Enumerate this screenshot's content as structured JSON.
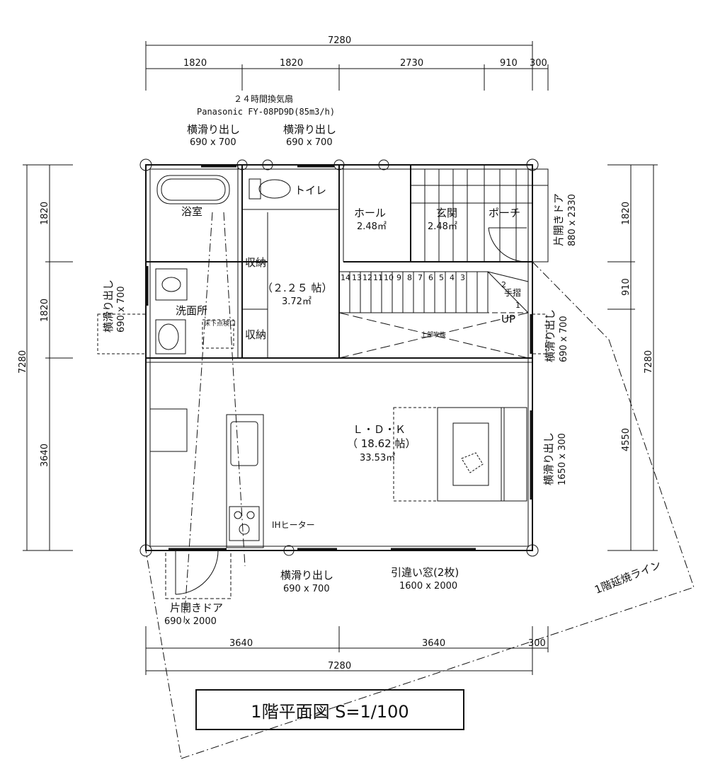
{
  "title": "1階平面図 S=1/100",
  "fire_line": "1階延焼ライン",
  "dims": {
    "top_total": "7280",
    "top_segments": [
      "1820",
      "1820",
      "2730",
      "910",
      "300"
    ],
    "bottom_segments": [
      "3640",
      "3640",
      "300"
    ],
    "bottom_total": "7280",
    "left_total": "7280",
    "left_segments": [
      "1820",
      "1820",
      "3640"
    ],
    "right_total": "7280",
    "right_segments": [
      "1820",
      "910",
      "4550"
    ]
  },
  "fan": {
    "line1": "２４時間換気扇",
    "line2": "Panasonic FY-08PD9D(85m3/h)"
  },
  "windows": {
    "top_left": {
      "name": "横滑り出し",
      "size": "690 x 700"
    },
    "top_mid": {
      "name": "横滑り出し",
      "size": "690 x 700"
    },
    "left": {
      "name": "横滑り出し",
      "size": "690 x 700"
    },
    "right_upper": {
      "name": "横滑り出し",
      "size": "690 x 700"
    },
    "right_lower": {
      "name": "横滑り出し",
      "size": "1650 x 300"
    },
    "bottom_mid": {
      "name": "横滑り出し",
      "size": "690 x 700"
    },
    "bottom_right": {
      "name": "引違い窓(2枚)",
      "size": "1600 x 2000"
    }
  },
  "doors": {
    "entrance": {
      "name": "片開きドア",
      "size": "880 x 2330"
    },
    "back": {
      "name": "片開きドア",
      "size": "690 x 2000"
    }
  },
  "rooms": {
    "bath": "浴室",
    "toilet": "トイレ",
    "hall": {
      "name": "ホール",
      "area": "2.48㎡"
    },
    "entry": {
      "name": "玄関",
      "area": "2.48㎡"
    },
    "porch": "ポーチ",
    "storage_top": "収納",
    "storage_mid": "収納",
    "lavatory": {
      "name": "洗面所",
      "tatami": "（２.２５ 帖）",
      "area": "3.72㎡"
    },
    "ldk": {
      "name": "Ｌ・Ｄ・Ｋ",
      "tatami": "（ 18.62 帖）",
      "area": "33.53㎡"
    }
  },
  "stairs": {
    "numbers": [
      "14",
      "13",
      "12",
      "11",
      "10",
      "9",
      "8",
      "7",
      "6",
      "5",
      "4",
      "3",
      "2",
      "1"
    ],
    "handrail": "手摺",
    "up": "UP",
    "void": "上部吹抜"
  },
  "misc": {
    "inspection": "床下点検口",
    "ih": "IHヒーター"
  }
}
